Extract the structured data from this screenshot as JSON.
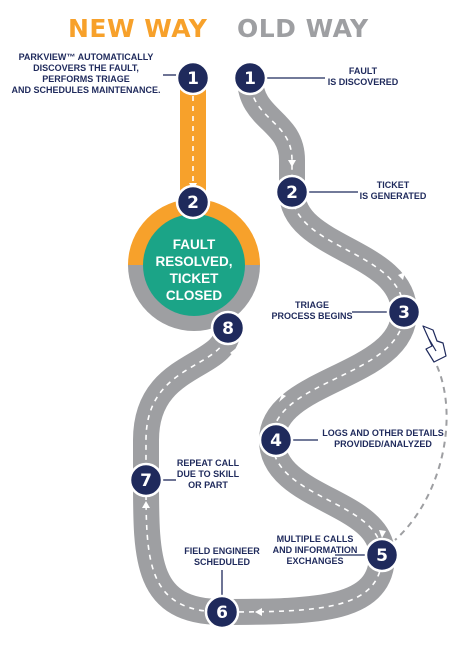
{
  "headings": {
    "new_way": "NEW WAY",
    "old_way": "OLD WAY"
  },
  "new_way_description": "PARKVIEW™ AUTOMATICALLY\nDISCOVERS THE FAULT,\nPERFORMS TRIAGE\nAND SCHEDULES MAINTENANCE.",
  "outcome_text": "FAULT\nRESOLVED,\nTICKET\nCLOSED",
  "new_way_steps": [
    "1",
    "2"
  ],
  "old_way_steps": [
    {
      "number": "1",
      "label": "FAULT\nIS DISCOVERED"
    },
    {
      "number": "2",
      "label": "TICKET\nIS GENERATED"
    },
    {
      "number": "3",
      "label": "TRIAGE\nPROCESS BEGINS"
    },
    {
      "number": "4",
      "label": "LOGS AND OTHER DETAILS\nPROVIDED/ANALYZED"
    },
    {
      "number": "5",
      "label": "MULTIPLE CALLS\nAND INFORMATION\nEXCHANGES"
    },
    {
      "number": "6",
      "label": "FIELD ENGINEER\nSCHEDULED"
    },
    {
      "number": "7",
      "label": "REPEAT CALL\nDUE TO SKILL\nOR PART"
    },
    {
      "number": "8",
      "label": ""
    }
  ],
  "colors": {
    "orange": "#f7a12b",
    "gray_road": "#9e9fa2",
    "navy": "#1f2a5c",
    "teal": "#1ba487",
    "white": "#ffffff"
  },
  "icons": {
    "pointer": "pointing-hand-icon"
  }
}
